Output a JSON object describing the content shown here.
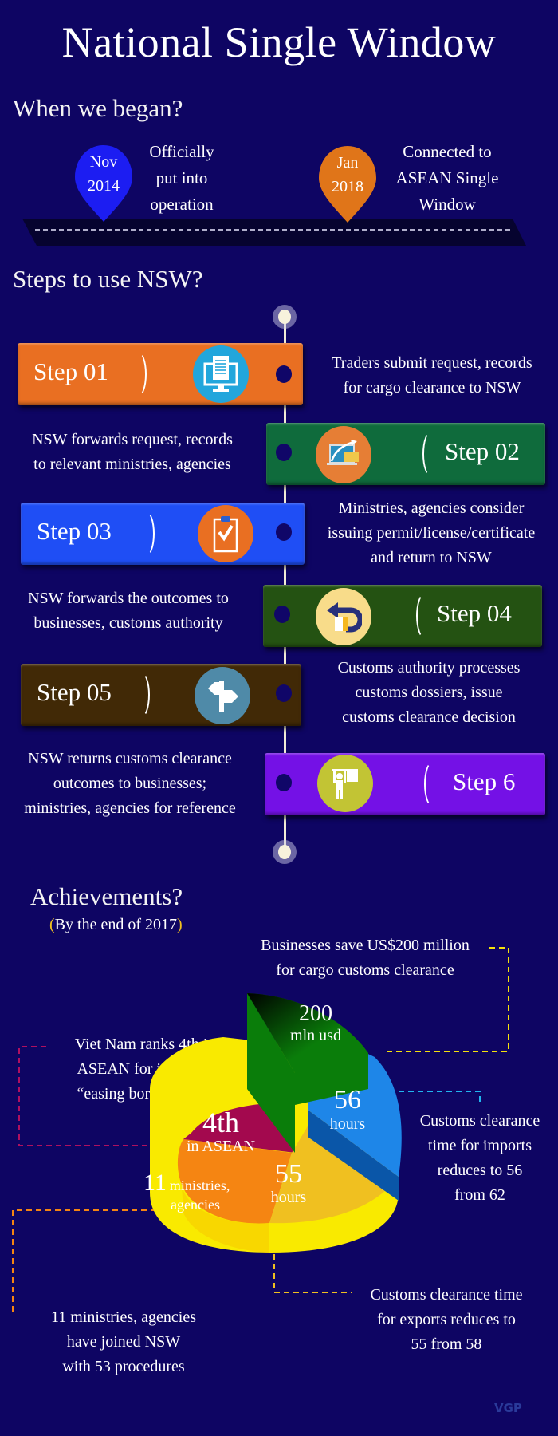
{
  "title": "National Single Window",
  "history": {
    "heading": "When we began?",
    "events": [
      {
        "month": "Nov",
        "year": "2014",
        "text_lines": [
          "Officially",
          "put into",
          "operation"
        ],
        "color": "#1c1df2"
      },
      {
        "month": "Jan",
        "year": "2018",
        "text_lines": [
          "Connected to",
          "ASEAN Single",
          "Window"
        ],
        "color": "#e07519"
      }
    ]
  },
  "steps": {
    "heading": "Steps to use NSW?",
    "items": [
      {
        "label": "Step 01",
        "icon": "computer-document-icon",
        "color": "#e96f22",
        "desc_lines": [
          "Traders submit request, records",
          "for cargo clearance to NSW"
        ]
      },
      {
        "label": "Step 02",
        "icon": "laptop-mail-send-icon",
        "color": "#0f6b3c",
        "desc_lines": [
          "NSW forwards request, records",
          "to relevant ministries, agencies"
        ]
      },
      {
        "label": "Step 03",
        "icon": "clipboard-check-icon",
        "color": "#1f4ef5",
        "desc_lines": [
          "Ministries, agencies consider",
          "issuing permit/license/certificate",
          "and return to NSW"
        ]
      },
      {
        "label": "Step 04",
        "icon": "return-arrow-icon",
        "color": "#245212",
        "desc_lines": [
          "NSW forwards the outcomes to",
          "businesses, customs authority"
        ]
      },
      {
        "label": "Step 05",
        "icon": "direction-signpost-icon",
        "color": "#412906",
        "desc_lines": [
          "Customs authority processes",
          "customs dossiers, issue",
          "customs clearance decision"
        ]
      },
      {
        "label": "Step 6",
        "icon": "person-flag-icon",
        "color": "#7411e6",
        "desc_lines": [
          "NSW returns customs clearance",
          "outcomes to businesses;",
          "ministries, agencies for reference"
        ]
      }
    ]
  },
  "achievements": {
    "heading": "Achievements?",
    "subheading_open": "(",
    "subheading": "By the end of 2017",
    "subheading_close": ")",
    "callouts": {
      "savings": [
        "Businesses save US$200 million",
        "for cargo customs clearance"
      ],
      "rank": [
        "Viet Nam ranks 4th in",
        "ASEAN for indicator",
        "“easing border trade”"
      ],
      "imports": [
        "Customs clearance",
        "time for imports",
        "reduces to 56",
        "from 62"
      ],
      "exports": [
        "Customs clearance time",
        "for exports reduces to",
        "55 from 58"
      ],
      "ministries": [
        "11 ministries, agencies",
        "have joined NSW",
        "with 53 procedures"
      ]
    },
    "pie": {
      "savings": {
        "value": "200",
        "unit": "mln usd",
        "color": "#0a7d0a"
      },
      "imports": {
        "value": "56",
        "unit": "hours",
        "color": "#1e86e8"
      },
      "exports": {
        "value": "55",
        "unit": "hours",
        "color": "#f0c020"
      },
      "rank": {
        "value": "4th",
        "unit": "in ASEAN",
        "color": "#a3094e"
      },
      "ministries": {
        "value": "11",
        "unit": "ministries,",
        "unit2": "agencies",
        "color": "#f58512"
      },
      "base_color": "#f9ea00"
    },
    "leader_colors": {
      "savings": "#f5e10c",
      "imports": "#20b6f0",
      "exports": "#f0c020",
      "rank": "#b01060",
      "ministries": "#f58512"
    }
  },
  "logo": "VGP"
}
